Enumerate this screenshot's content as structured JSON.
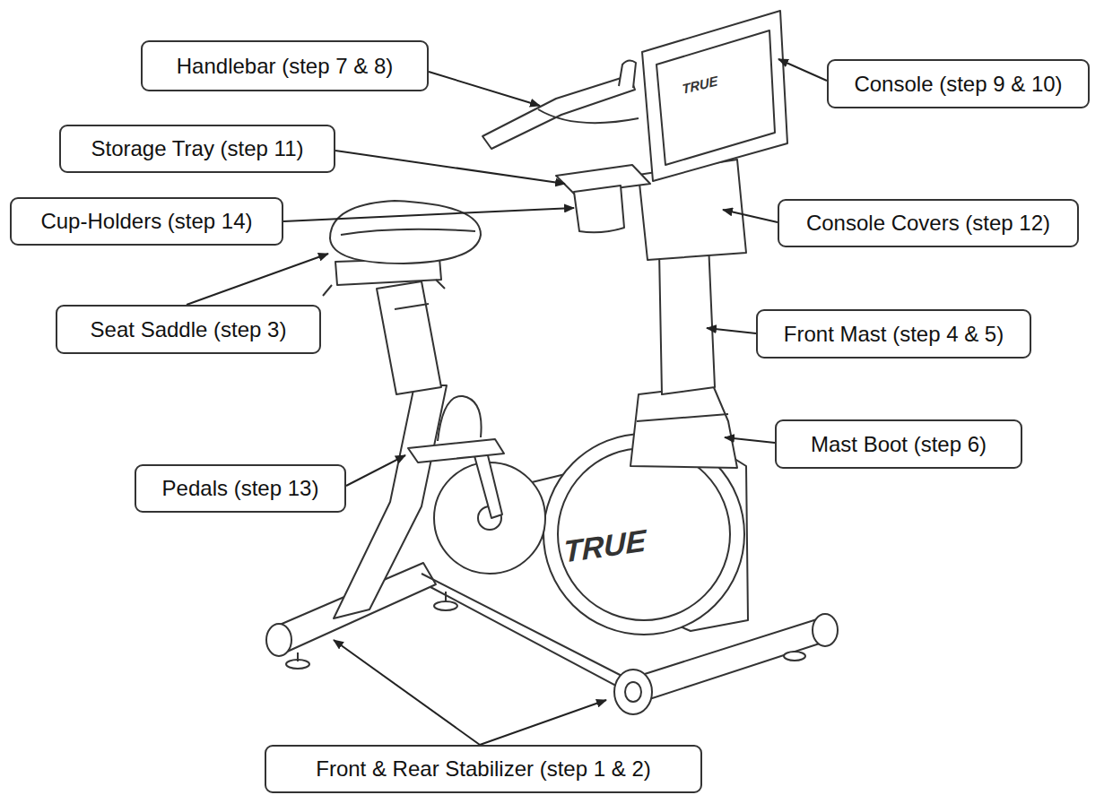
{
  "diagram": {
    "nodes": [
      {
        "text": [
          "Handlebar (step 7 & 8)"
        ]
      },
      {
        "text": [
          "Console (step 9 & 10)"
        ]
      },
      {
        "text": [
          "Storage Tray (step 11)"
        ]
      },
      {
        "text": [
          "Cup-Holders (step 14)"
        ]
      },
      {
        "text": [
          "Console Covers (step 12)"
        ]
      },
      {
        "text": [
          "Seat Saddle (step 3)"
        ]
      },
      {
        "text": [
          "Front Mast (step 4 & 5)"
        ]
      },
      {
        "text": [
          "Mast Boot (step 6)"
        ]
      },
      {
        "text": [
          "Pedals (step 13)"
        ]
      },
      {
        "text": [
          "Front & Rear Stabilizer (step 1 & 2)"
        ]
      }
    ],
    "labels": [
      "TRUE",
      "TRUE"
    ]
  }
}
